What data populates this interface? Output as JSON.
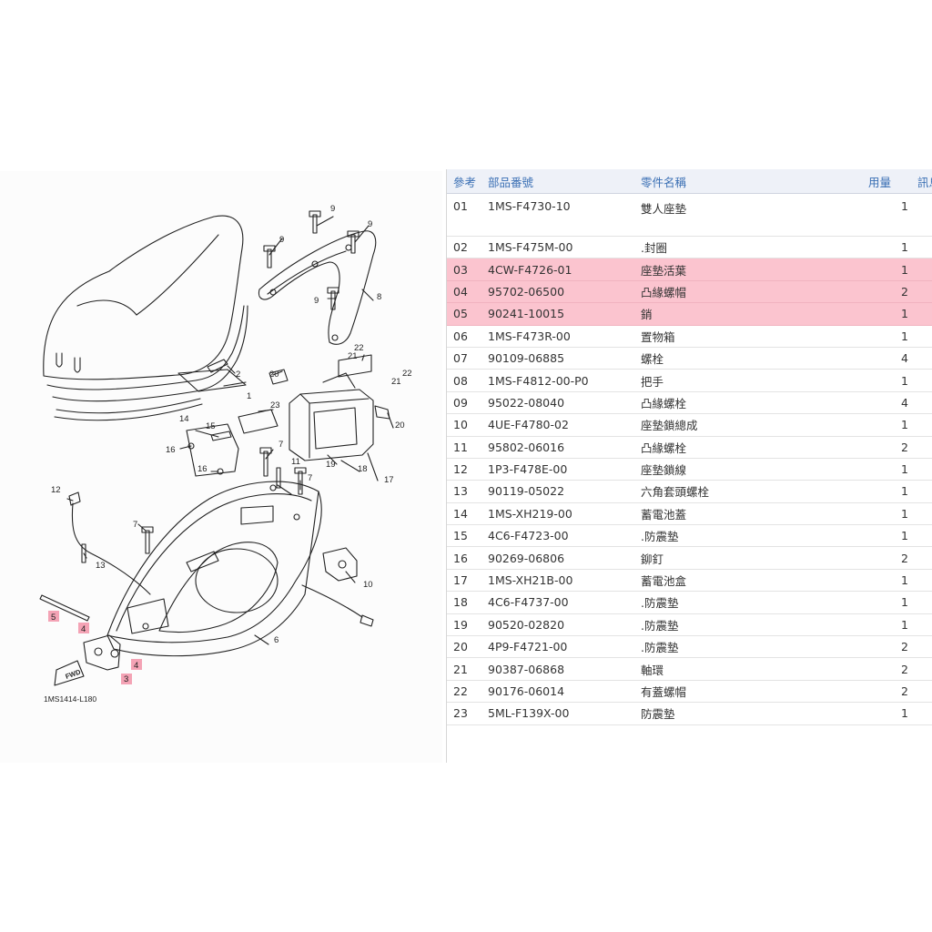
{
  "diagram": {
    "code_label": "1MS1414-L180",
    "fwd_label": "FWD",
    "callouts": [
      "1",
      "2",
      "3",
      "4",
      "5",
      "6",
      "7",
      "8",
      "9",
      "10",
      "11",
      "12",
      "13",
      "14",
      "15",
      "16",
      "17",
      "18",
      "19",
      "20",
      "21",
      "22",
      "23"
    ],
    "highlight_color": "#f4a3b5"
  },
  "table": {
    "headers": {
      "ref": "參考",
      "part_no": "部品番號",
      "name": "零件名稱",
      "qty": "用量",
      "info": "訊息"
    },
    "rows": [
      {
        "ref": "01",
        "part_no": "1MS-F4730-10",
        "name": "雙人座墊",
        "qty": "1"
      },
      {
        "ref": "02",
        "part_no": "1MS-F475M-00",
        "name": ".封圈",
        "qty": "1"
      },
      {
        "ref": "03",
        "part_no": "4CW-F4726-01",
        "name": "座墊活葉",
        "qty": "1"
      },
      {
        "ref": "04",
        "part_no": "95702-06500",
        "name": "凸緣螺帽",
        "qty": "2"
      },
      {
        "ref": "05",
        "part_no": "90241-10015",
        "name": "銷",
        "qty": "1"
      },
      {
        "ref": "06",
        "part_no": "1MS-F473R-00",
        "name": "置物箱",
        "qty": "1"
      },
      {
        "ref": "07",
        "part_no": "90109-06885",
        "name": "螺栓",
        "qty": "4"
      },
      {
        "ref": "08",
        "part_no": "1MS-F4812-00-P0",
        "name": "把手",
        "qty": "1"
      },
      {
        "ref": "09",
        "part_no": "95022-08040",
        "name": "凸緣螺栓",
        "qty": "4"
      },
      {
        "ref": "10",
        "part_no": "4UE-F4780-02",
        "name": "座墊鎖總成",
        "qty": "1"
      },
      {
        "ref": "11",
        "part_no": "95802-06016",
        "name": "凸緣螺栓",
        "qty": "2"
      },
      {
        "ref": "12",
        "part_no": "1P3-F478E-00",
        "name": "座墊鎖線",
        "qty": "1"
      },
      {
        "ref": "13",
        "part_no": "90119-05022",
        "name": "六角套頭螺栓",
        "qty": "1"
      },
      {
        "ref": "14",
        "part_no": "1MS-XH219-00",
        "name": "蓄電池蓋",
        "qty": "1"
      },
      {
        "ref": "15",
        "part_no": "4C6-F4723-00",
        "name": ".防震墊",
        "qty": "1"
      },
      {
        "ref": "16",
        "part_no": "90269-06806",
        "name": "鉚釘",
        "qty": "2"
      },
      {
        "ref": "17",
        "part_no": "1MS-XH21B-00",
        "name": "蓄電池盒",
        "qty": "1"
      },
      {
        "ref": "18",
        "part_no": "4C6-F4737-00",
        "name": ".防震墊",
        "qty": "1"
      },
      {
        "ref": "19",
        "part_no": "90520-02820",
        "name": ".防震墊",
        "qty": "1"
      },
      {
        "ref": "20",
        "part_no": "4P9-F4721-00",
        "name": ".防震墊",
        "qty": "2"
      },
      {
        "ref": "21",
        "part_no": "90387-06868",
        "name": "軸環",
        "qty": "2"
      },
      {
        "ref": "22",
        "part_no": "90176-06014",
        "name": "有蓋螺帽",
        "qty": "2"
      },
      {
        "ref": "23",
        "part_no": "5ML-F139X-00",
        "name": "防震墊",
        "qty": "1"
      }
    ],
    "highlighted_refs": [
      "03",
      "04",
      "05"
    ],
    "header_color": "#3a6fb4",
    "highlight_row_color": "#fbc4cf"
  }
}
